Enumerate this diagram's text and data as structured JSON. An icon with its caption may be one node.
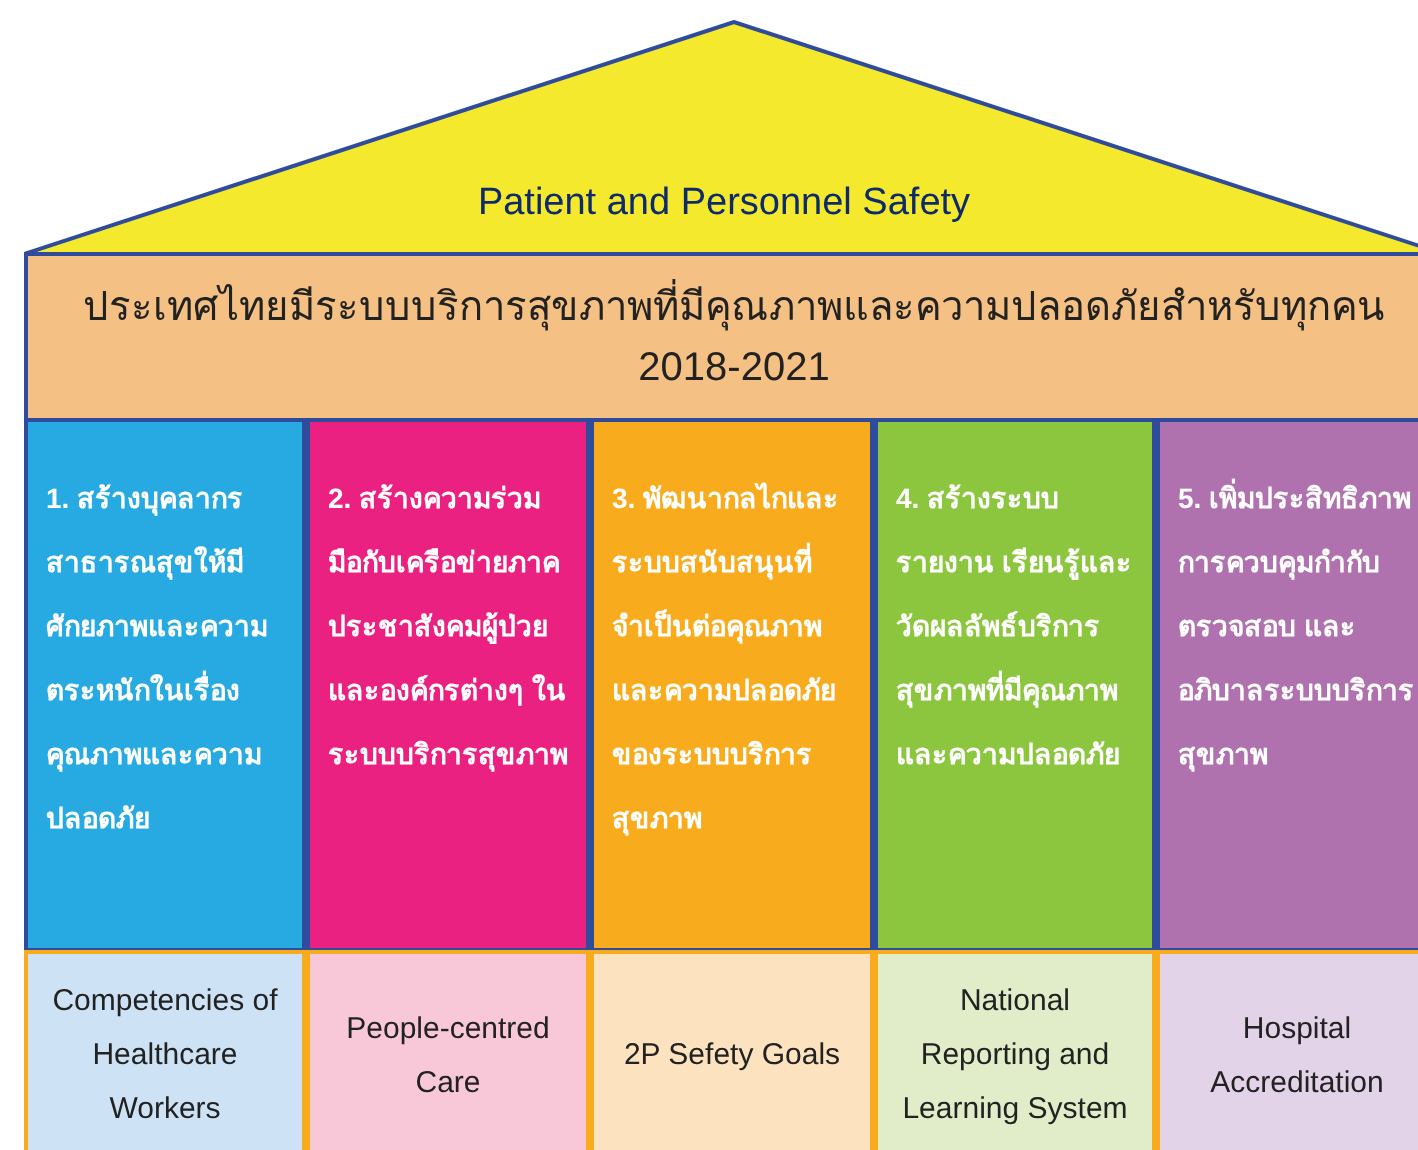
{
  "diagram": {
    "nodes": [
      {
        "text": [
          "Patient and Personnel Safety"
        ]
      },
      {
        "text": [
          "ประเทศไทยมีระบบบริการสุขภาพที่มีคุณภาพและความปลอดภัยสำหรับทุกคน 2018-2021"
        ]
      },
      {
        "text": [
          "1. สร้างบุคลากรสาธารณสุขให้มีศักยภาพและความตระหนักในเรื่องคุณภาพและความปลอดภัย"
        ]
      },
      {
        "text": [
          "2. สร้างความร่วมมือกับเครือข่ายภาคประชาสังคมผู้ป่วย และองค์กรต่างๆ ในระบบบริการสุขภาพ"
        ]
      },
      {
        "text": [
          "3. พัฒนากลไกและระบบสนับสนุนที่จำเป็นต่อคุณภาพและความปลอดภัยของระบบบริการสุขภาพ"
        ]
      },
      {
        "text": [
          "4. สร้างระบบรายงาน เรียนรู้และวัดผลลัพธ์บริการสุขภาพที่มีคุณภาพและความปลอดภัย"
        ]
      },
      {
        "text": [
          "5. เพิ่มประสิทธิภาพการควบคุมกำกับตรวจสอบ และอภิบาลระบบบริการสุขภาพ"
        ]
      },
      {
        "text": [
          "Competencies of Healthcare Workers"
        ]
      },
      {
        "text": [
          "People-centred Care"
        ]
      },
      {
        "text": [
          "2P Sefety Goals"
        ]
      },
      {
        "text": [
          "National Reporting and Learning System"
        ]
      },
      {
        "text": [
          "Hospital Accreditation"
        ]
      }
    ]
  }
}
